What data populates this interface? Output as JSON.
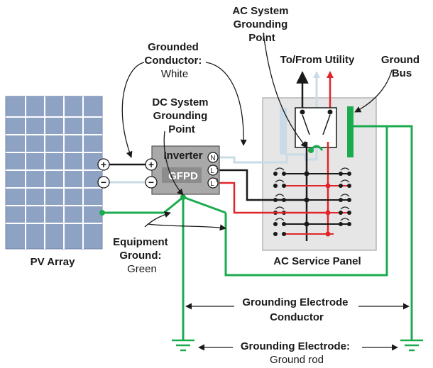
{
  "labels": {
    "pv_array": "PV Array",
    "inverter": "Inverter",
    "gfpd": "GFPD",
    "ac_service_panel": "AC Service Panel",
    "ac_grounding": [
      "AC System",
      "Grounding",
      "Point"
    ],
    "to_from_utility": "To/From Utility",
    "ground_bus": [
      "Ground",
      "Bus"
    ],
    "grounded_conductor": [
      "Grounded",
      "Conductor:"
    ],
    "grounded_conductor_color": "White",
    "dc_grounding": [
      "DC System",
      "Grounding",
      "Point"
    ],
    "equipment_ground": [
      "Equipment",
      "Ground:"
    ],
    "equipment_ground_color": "Green",
    "grounding_electrode_conductor": [
      "Grounding Electrode",
      "Conductor"
    ],
    "grounding_electrode": "Grounding Electrode:",
    "grounding_electrode_type": "Ground rod",
    "plus": "+",
    "minus": "−",
    "terminal_n": "N",
    "terminal_l1": "L",
    "terminal_l1_sup": "1",
    "terminal_l2": "L",
    "terminal_l2_sup": "2"
  },
  "colors": {
    "ground_green": "#1bab4f",
    "hot_red": "#e0262b",
    "neutral_light_blue": "#c9dbe6",
    "black": "#1a1a1a",
    "panel_gray": "#e6e6e6",
    "inverter_gray": "#a9a9a9",
    "pv_blue": "#8ea2c3"
  }
}
